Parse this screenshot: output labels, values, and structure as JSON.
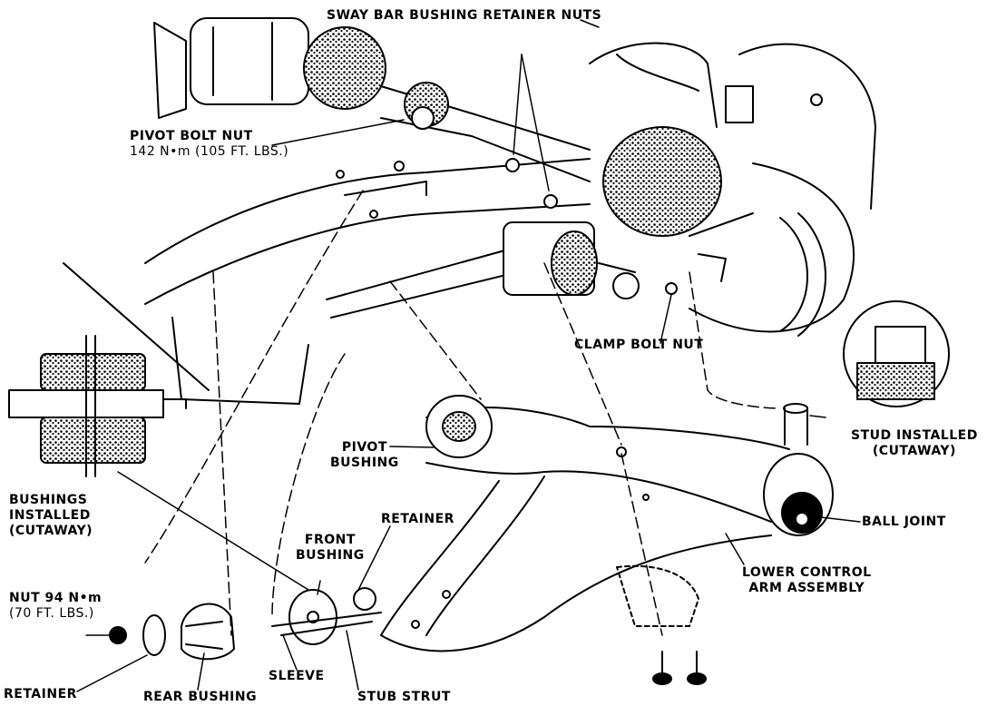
{
  "labels": {
    "sway_bar_nuts": "SWAY BAR BUSHING RETAINER NUTS",
    "pivot_bolt_nut": "PIVOT BOLT NUT",
    "pivot_bolt_torque": "142 N•m (105 FT. LBS.)",
    "clamp_bolt_nut": "CLAMP BOLT NUT",
    "stud_installed_1": "STUD INSTALLED",
    "stud_installed_2": "(CUTAWAY)",
    "pivot_bushing_1": "PIVOT",
    "pivot_bushing_2": "BUSHING",
    "bushings_installed_1": "BUSHINGS",
    "bushings_installed_2": "INSTALLED",
    "bushings_installed_3": "(CUTAWAY)",
    "retainer_right": "RETAINER",
    "front_bushing_1": "FRONT",
    "front_bushing_2": "BUSHING",
    "ball_joint": "BALL JOINT",
    "lower_control_arm_1": "LOWER CONTROL",
    "lower_control_arm_2": "ARM ASSEMBLY",
    "nut_torque_1": "NUT 94 N•m",
    "nut_torque_2": "(70 FT. LBS.)",
    "retainer_left": "RETAINER",
    "rear_bushing": "REAR BUSHING",
    "sleeve": "SLEEVE",
    "stub_strut": "STUB STRUT"
  },
  "colors": {
    "ink": "#000000",
    "paper": "#ffffff"
  }
}
